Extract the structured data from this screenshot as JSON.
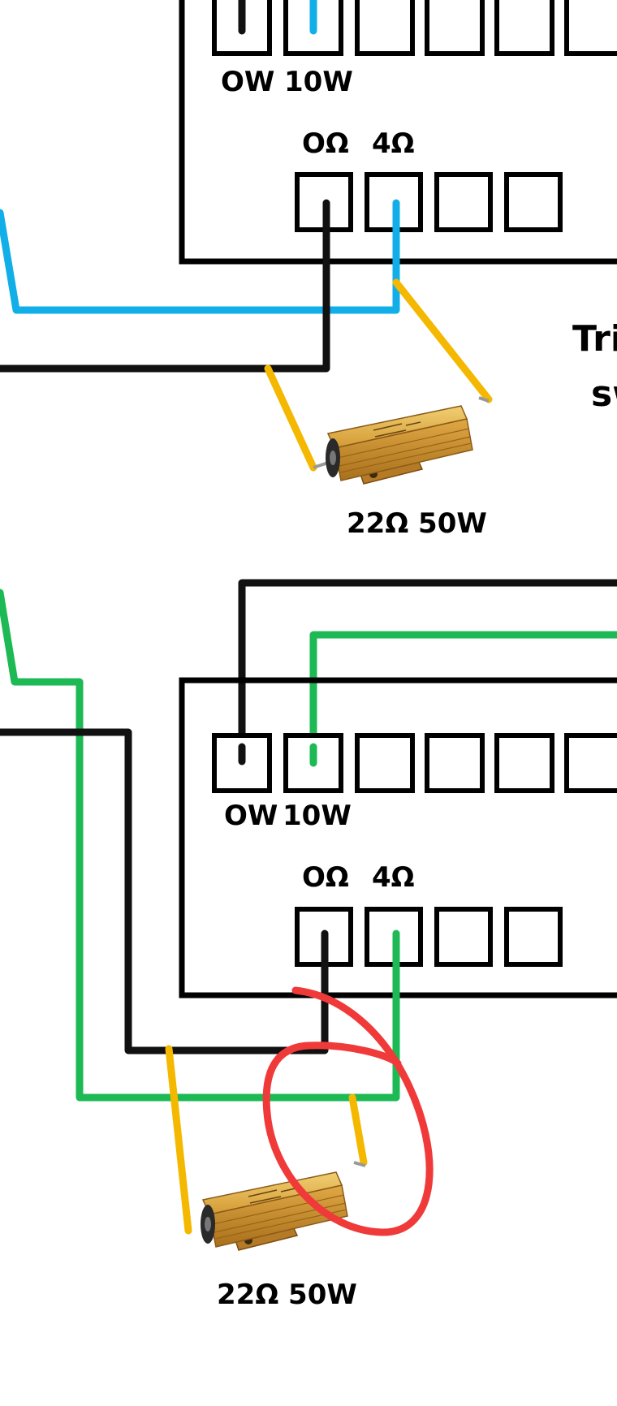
{
  "colors": {
    "background": "#ffffff",
    "line_black": "#111111",
    "wire_blue": "#12aee8",
    "wire_green": "#1db954",
    "resistor_lead": "#f5b800",
    "resistor_body": "#d7a23a",
    "annotation_circle": "#f03a3a"
  },
  "top_panel": {
    "wattage_labels": [
      "OW",
      "10W"
    ],
    "ohm_labels": [
      "OΩ",
      "4Ω"
    ],
    "cut_off_text": [
      "Tri",
      "sw"
    ],
    "resistor_label": "22Ω 50W"
  },
  "bottom_panel": {
    "wattage_labels": [
      "OW",
      "10W"
    ],
    "ohm_labels": [
      "OΩ",
      "4Ω"
    ],
    "resistor_label": "22Ω 50W"
  },
  "icons": [
    "resistor-icon",
    "annotation-circle-icon"
  ]
}
